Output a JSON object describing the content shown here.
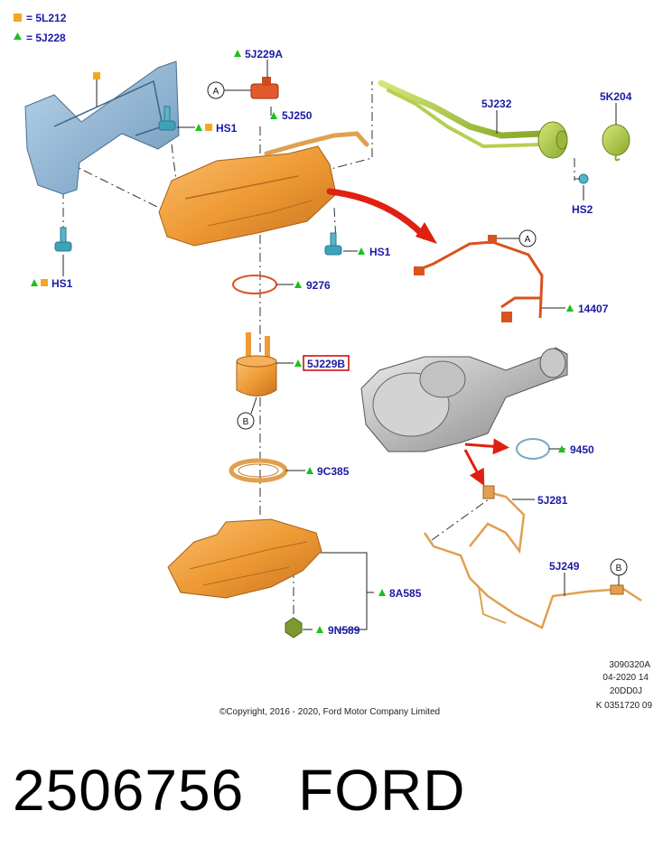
{
  "legend": [
    {
      "symbol": "orange-square",
      "text": "= 5L212"
    },
    {
      "symbol": "green-triangle",
      "text": "= 5J228"
    }
  ],
  "callouts": {
    "c_5J229A": "5J229A",
    "c_5J250": "5J250",
    "c_HS1_top": "HS1",
    "c_HS1_left": "HS1",
    "c_HS1_right": "HS1",
    "c_5J232": "5J232",
    "c_5K204": "5K204",
    "c_HS2": "HS2",
    "c_9276": "9276",
    "c_14407": "14407",
    "c_5J229B": "5J229B",
    "c_9450": "9450",
    "c_9C385": "9C385",
    "c_5J281": "5J281",
    "c_5J249": "5J249",
    "c_8A585": "8A585",
    "c_9N589": "9N589"
  },
  "circle_refs": {
    "a1": "A",
    "a2": "A",
    "b1": "B",
    "b2": "B"
  },
  "footer": {
    "copyright": "©Copyright, 2016 - 2020, Ford Motor Company Limited",
    "code_lines": [
      "3090320A",
      "04-2020 14",
      "20DD0J",
      "K 0351720 09"
    ]
  },
  "caption": {
    "part_number": "2506756",
    "brand": "FORD"
  },
  "colors": {
    "callout_text": "#1a1aa6",
    "orange_marker": "#f5a623",
    "green_marker": "#19c219",
    "tank": "#f0a040",
    "hose": "#a8c83a",
    "bracket": "#8ab0cc",
    "harness": "#d9531e",
    "highlight_box": "#cc0000",
    "arrow_red": "#e02010"
  }
}
